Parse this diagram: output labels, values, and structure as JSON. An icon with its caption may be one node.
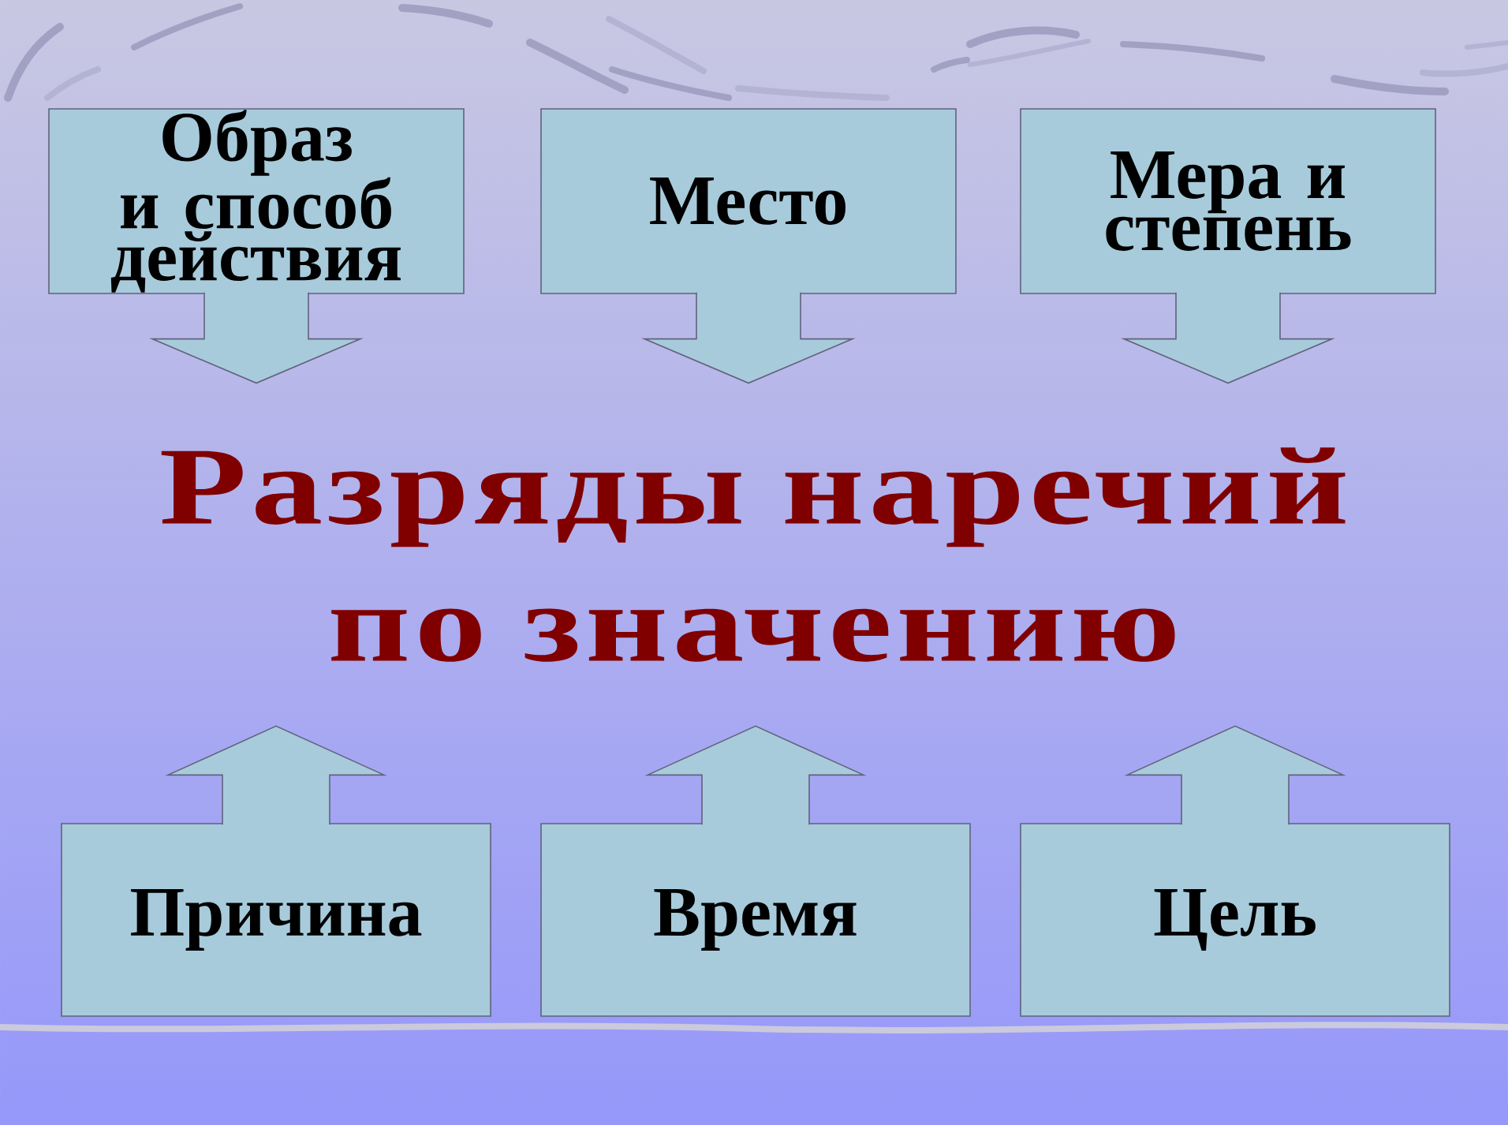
{
  "diagram": {
    "nodes": [
      {
        "text": [
          "Образ и способ действия"
        ]
      },
      {
        "text": [
          "Место"
        ]
      },
      {
        "text": [
          "Мера и степень"
        ]
      },
      {
        "text": [
          "Разряды наречий по значению"
        ]
      },
      {
        "text": [
          "Причина"
        ]
      },
      {
        "text": [
          "Время"
        ]
      },
      {
        "text": [
          "Цель"
        ]
      }
    ],
    "edges": [
      {
        "from": 0,
        "to": 3,
        "arrow": "to"
      },
      {
        "from": 1,
        "to": 3,
        "arrow": "to"
      },
      {
        "from": 2,
        "to": 3,
        "arrow": "to"
      },
      {
        "from": 4,
        "to": 3,
        "arrow": "to"
      },
      {
        "from": 5,
        "to": 3,
        "arrow": "to"
      },
      {
        "from": 6,
        "to": 3,
        "arrow": "to"
      }
    ]
  }
}
